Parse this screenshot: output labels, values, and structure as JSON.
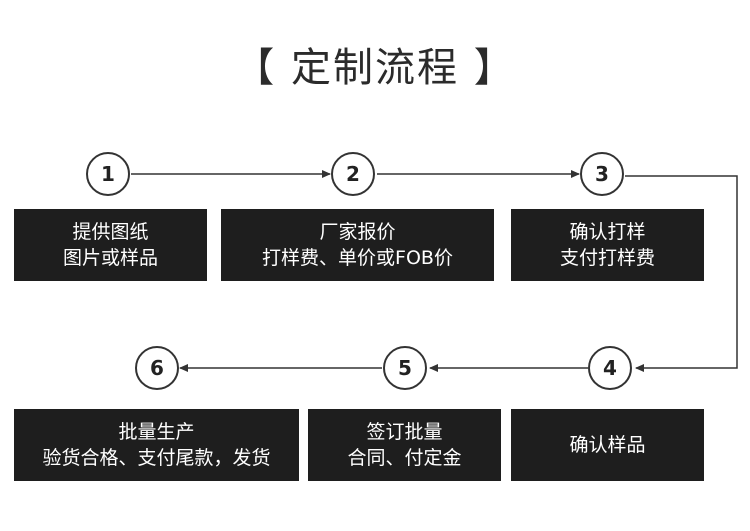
{
  "title": "【 定制流程 】",
  "steps": [
    {
      "number": "1",
      "lines": [
        "提供图纸",
        "图片或样品"
      ]
    },
    {
      "number": "2",
      "lines": [
        "厂家报价",
        "打样费、单价或FOB价"
      ]
    },
    {
      "number": "3",
      "lines": [
        "确认打样",
        "支付打样费"
      ]
    },
    {
      "number": "4",
      "lines": [
        "确认样品"
      ]
    },
    {
      "number": "5",
      "lines": [
        "签订批量",
        "合同、付定金"
      ]
    },
    {
      "number": "6",
      "lines": [
        "批量生产",
        "验货合格、支付尾款，发货"
      ]
    }
  ]
}
